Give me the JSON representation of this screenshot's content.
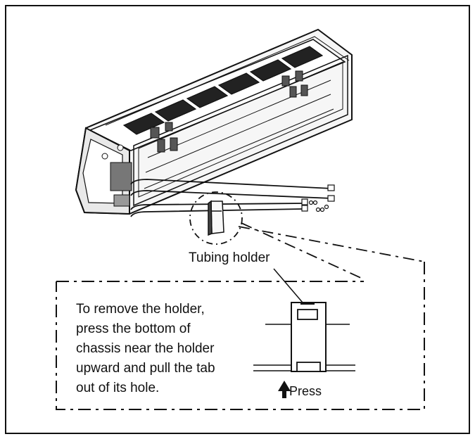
{
  "diagram": {
    "tubing_holder_label": "Tubing holder",
    "instruction_lines": [
      "To remove the holder,",
      "press the bottom of",
      "chassis near the holder",
      "upward and pull the tab",
      "out of its hole."
    ],
    "press_label": "Press"
  }
}
